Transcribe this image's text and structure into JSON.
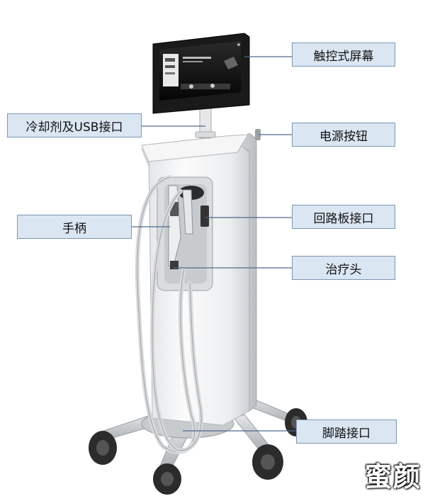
{
  "labels": {
    "touch_screen": "触控式屏幕",
    "coolant_usb": "冷却剂及USB接口",
    "power_button": "电源按钮",
    "handpiece": "手柄",
    "circuit_board_port": "回路板接口",
    "treatment_head": "治疗头",
    "foot_pedal_port": "脚踏接口"
  },
  "watermark": "蜜颜",
  "colors": {
    "label_fill": "#dbe6f3",
    "label_border": "#7f96b3",
    "device_body": "#f2f3f4",
    "screen_bezel": "#1c1c1c"
  }
}
